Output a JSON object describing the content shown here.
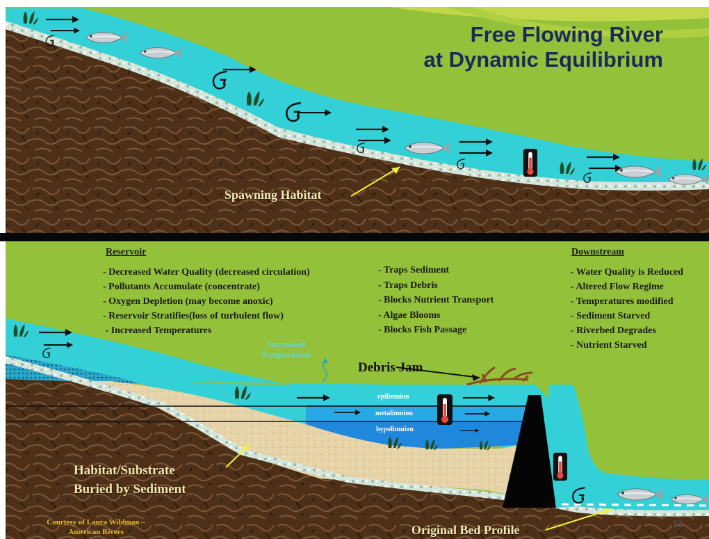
{
  "title_lines": [
    "Free Flowing River",
    "at Dynamic Equilibrium"
  ],
  "top_callout": "Spawning Habitat",
  "reservoir": {
    "heading": "Reservoir",
    "items": [
      "- Decreased Water Quality (decreased circulation)",
      "- Pollutants Accumulate (concentrate)",
      "- Oxygen Depletion (may become anoxic)",
      "- Reservoir Stratifies(loss of turbulent flow)",
      " - Increased Temperatures"
    ]
  },
  "dam_effects": {
    "items": [
      "- Traps Sediment",
      "- Traps Debris",
      "- Blocks Nutrient Transport",
      "- Algae Blooms",
      "- Blocks Fish Passage"
    ]
  },
  "downstream": {
    "heading": "Downstream",
    "items": [
      "- Water Quality is Reduced",
      "- Altered Flow Regime",
      "- Temperatures modified",
      "- Sediment Starved",
      "- Riverbed Degrades",
      "- Nutrient Starved"
    ]
  },
  "evaporation_lines": [
    "Increased",
    "Evaporation"
  ],
  "debris_jam": "Debris Jam",
  "layers": {
    "epilimnion": "epilimnion",
    "metalimnion": "metalimnion",
    "hypolimnion": "hypolimnion"
  },
  "habitat_lines": [
    "Habitat/Substrate",
    "Buried by Sediment"
  ],
  "original_bed": "Original Bed Profile",
  "credit_lines": [
    "Courtesy of Laura Wildman –",
    "American Rivers"
  ],
  "page_number": "12",
  "colors": {
    "water": "#34d0d8",
    "deep_water": "#1f88dc",
    "grass": "#93c13a",
    "soil": "#4e3018",
    "sediment": "#e6d3a8",
    "title": "#1c2a5a",
    "annotation": "#f2e7b5"
  },
  "icons": [
    "fish-icon",
    "thermometer-icon",
    "flow-arrow-icon",
    "eddy-swirl-icon",
    "aquatic-plant-icon",
    "debris-branch-icon"
  ]
}
